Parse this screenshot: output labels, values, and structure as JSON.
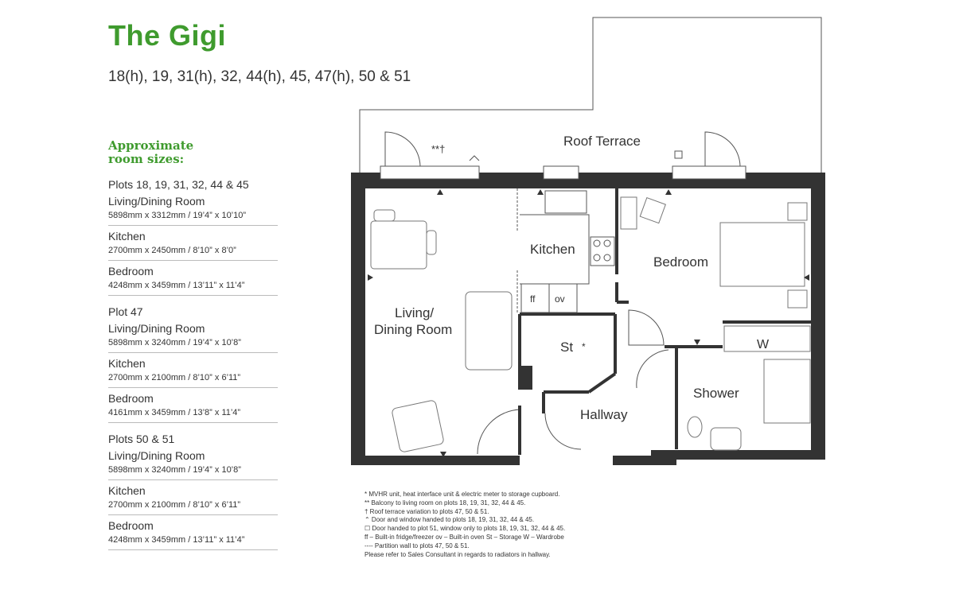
{
  "title": "The Gigi",
  "subtitle": "18(h), 19, 31(h), 32, 44(h), 45, 47(h), 50 & 51",
  "sizes_heading": [
    "Approximate",
    "room sizes:"
  ],
  "groups": [
    {
      "plots": "Plots 18, 19, 31, 32, 44 & 45",
      "rooms": [
        {
          "name": "Living/Dining Room",
          "dims": "5898mm x 3312mm  /  19’4” x 10’10”"
        },
        {
          "name": "Kitchen",
          "dims": "2700mm x 2450mm  /  8’10” x 8’0”"
        },
        {
          "name": "Bedroom",
          "dims": "4248mm x 3459mm  /  13’11” x 11’4”"
        }
      ]
    },
    {
      "plots": "Plot 47",
      "rooms": [
        {
          "name": "Living/Dining Room",
          "dims": "5898mm x 3240mm  /  19’4” x 10’8”"
        },
        {
          "name": "Kitchen",
          "dims": "2700mm x 2100mm  /  8’10” x 6’11”"
        },
        {
          "name": "Bedroom",
          "dims": "4161mm x 3459mm  /  13’8” x 11’4”"
        }
      ]
    },
    {
      "plots": "Plots 50 & 51",
      "rooms": [
        {
          "name": "Living/Dining Room",
          "dims": "5898mm x 3240mm  /  19’4” x 10’8”"
        },
        {
          "name": "Kitchen",
          "dims": "2700mm x 2100mm  /  8’10” x 6’11”"
        },
        {
          "name": "Bedroom",
          "dims": "4248mm x 3459mm  /  13’11” x 11’4”"
        }
      ]
    }
  ],
  "plan": {
    "roof_terrace": "Roof Terrace",
    "living": [
      "Living/",
      "Dining Room"
    ],
    "kitchen": "Kitchen",
    "bedroom": "Bedroom",
    "storage": "St",
    "storage_mark": "*",
    "hallway": "Hallway",
    "shower": "Shower",
    "wardrobe": "W",
    "fridge": "ff",
    "oven": "ov",
    "balcony_mark": "**†"
  },
  "notes": [
    "* MVHR unit, heat interface unit & electric meter to storage cupboard.",
    "** Balcony to living room on plots 18, 19, 31, 32, 44 & 45.",
    "† Roof terrace variation to plots 47, 50 & 51.",
    "⌃ Door and window handed to plots 18, 19, 31, 32, 44 & 45.",
    "☐ Door handed to plot 51, window only to plots 18, 19, 31, 32, 44 & 45.",
    "ff – Built-in fridge/freezer    ov – Built-in oven    St – Storage    W – Wardrobe",
    "---- Partition wall to plots 47, 50 & 51.",
    "Please refer to Sales Consultant in regards to radiators in hallway."
  ],
  "colors": {
    "brand_green": "#3f9b2e",
    "wall": "#333333"
  }
}
